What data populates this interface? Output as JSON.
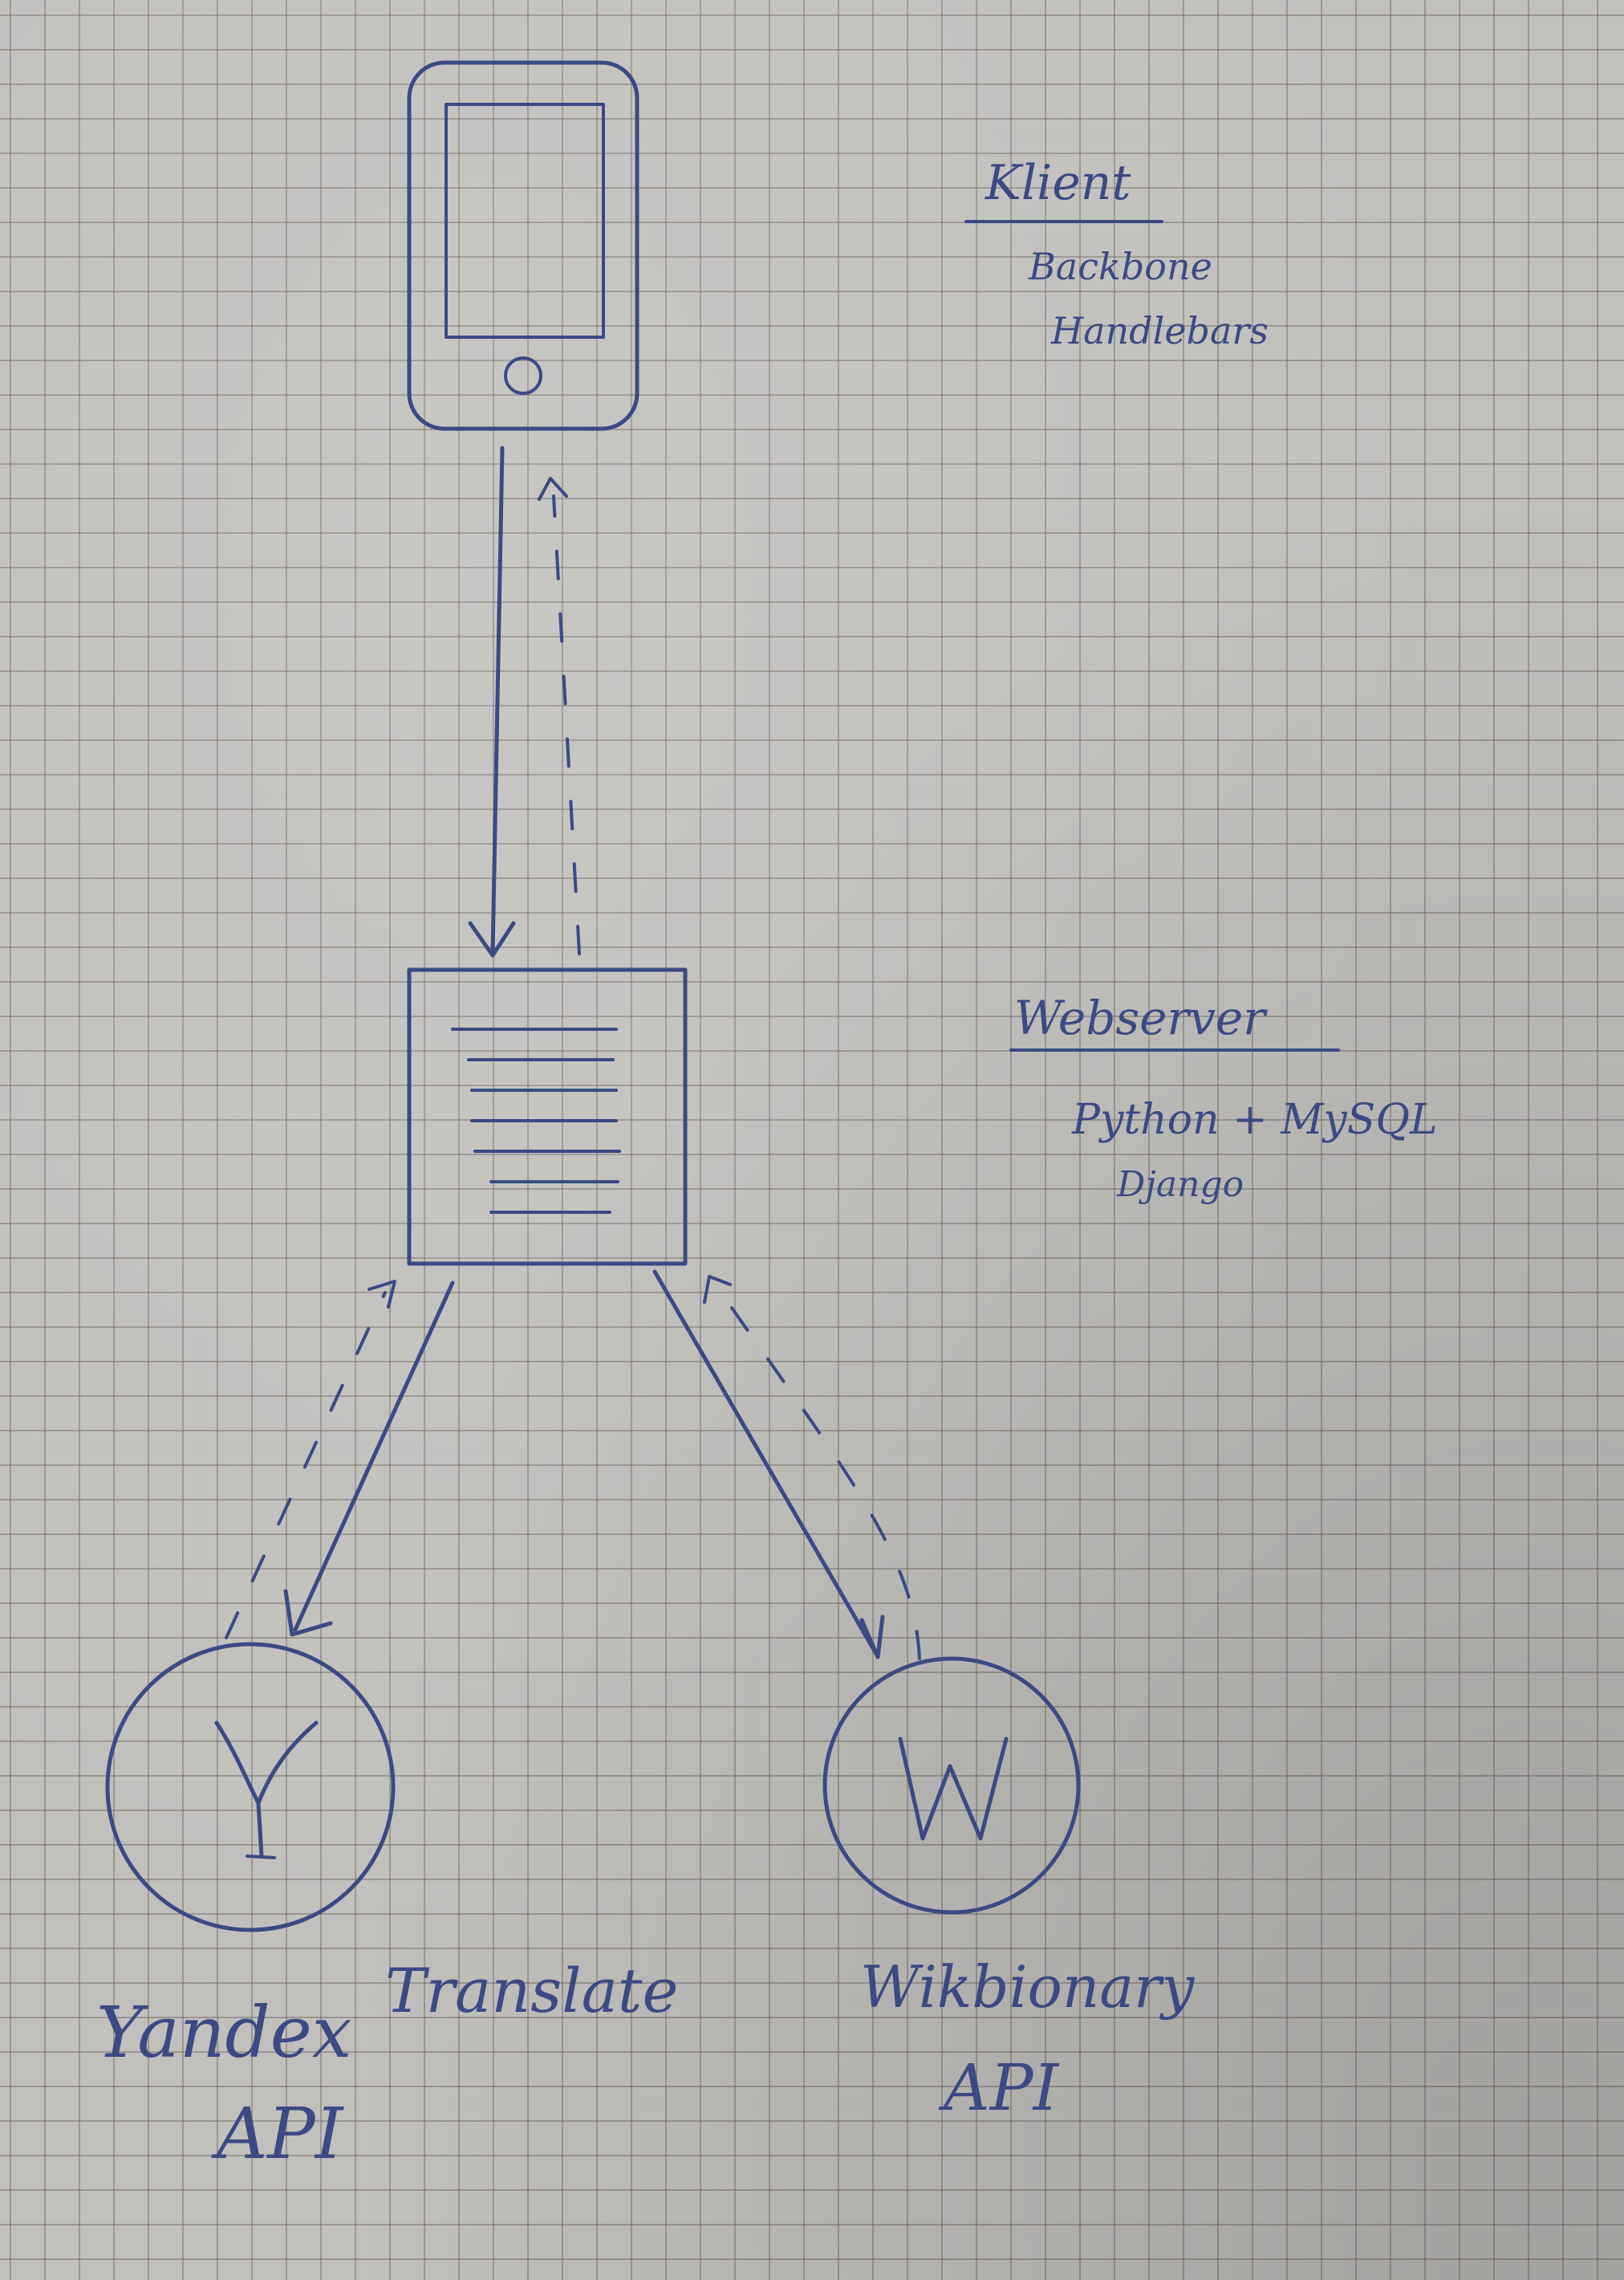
{
  "client": {
    "title": "Klient",
    "lines": [
      "Backbone",
      "Handlebars"
    ]
  },
  "webserver": {
    "title": "Webserver",
    "lines": [
      "Python + MySQL",
      "Django"
    ]
  },
  "yandex": {
    "glyph": "Y",
    "label_line1": "Yandex",
    "label_line2": "API",
    "note": "Translate"
  },
  "wiktionary": {
    "glyph": "W",
    "label_line1": "Wikbionary",
    "label_line2": "API"
  },
  "colors": {
    "ink": "#3b4a82",
    "paper": "#c2c0bd",
    "grid": "#69645f"
  },
  "icons": {
    "client": "smartphone-icon",
    "server": "document-server-icon",
    "yandex": "yandex-logo-circle",
    "wiktionary": "wiktionary-logo-circle"
  }
}
